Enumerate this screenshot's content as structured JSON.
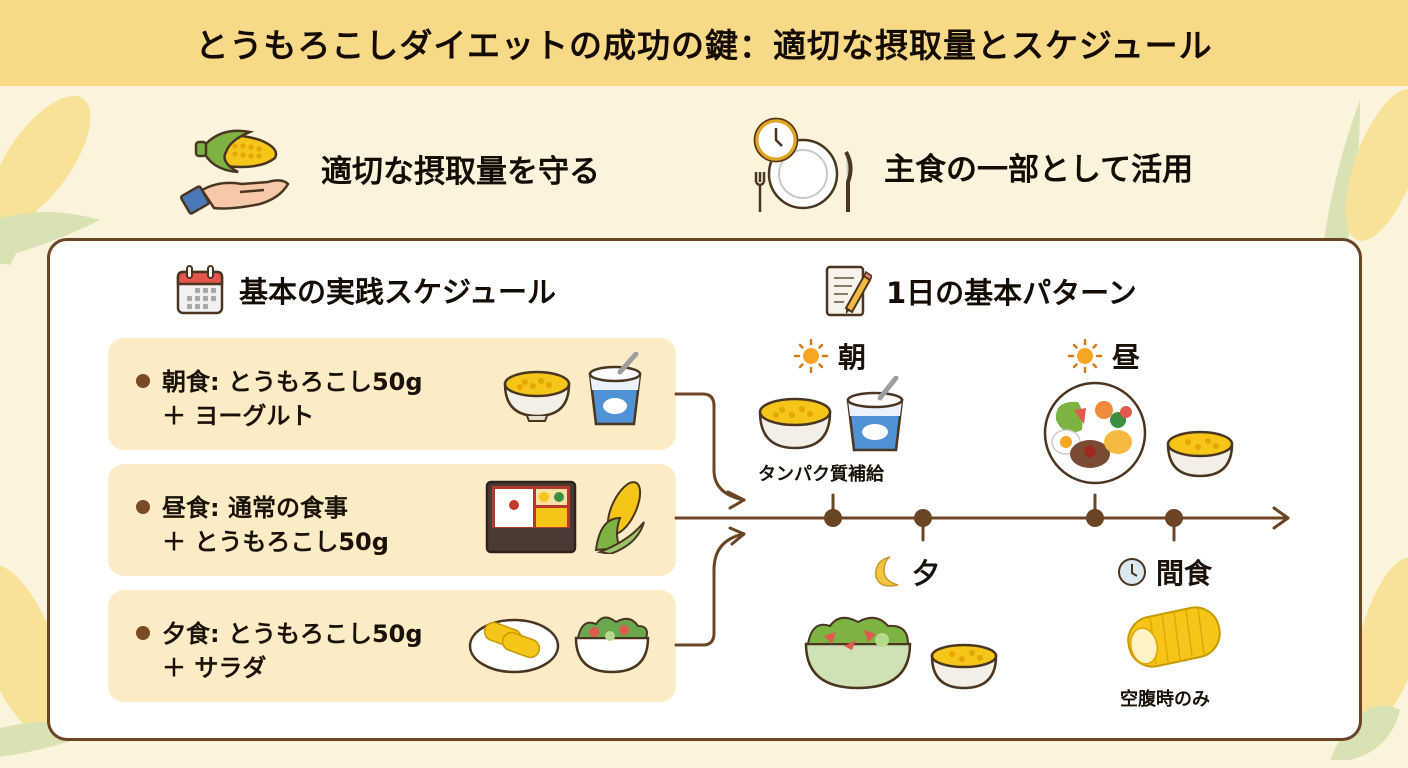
{
  "title": "とうもろこしダイエットの成功の鍵：適切な摂取量とスケジュール",
  "features": [
    {
      "icon": "hand-holding-corn-icon",
      "label": "適切な摂取量を守る"
    },
    {
      "icon": "plate-clock-cutlery-icon",
      "label": "主食の一部として活用"
    }
  ],
  "schedule": {
    "title": "基本の実践スケジュール",
    "icon": "calendar-icon",
    "meals": [
      {
        "line1": "朝食: とうもろこし50g",
        "line2": "＋ ヨーグルト",
        "icons": [
          "corn-bowl-icon",
          "yogurt-cup-icon"
        ]
      },
      {
        "line1": "昼食: 通常の食事",
        "line2": "＋ とうもろこし50g",
        "icons": [
          "bento-box-icon",
          "corn-cob-icon"
        ]
      },
      {
        "line1": "夕食: とうもろこし50g",
        "line2": "＋ サラダ",
        "icons": [
          "corn-plate-icon",
          "salad-bowl-icon"
        ]
      }
    ]
  },
  "pattern": {
    "title": "1日の基本パターン",
    "icon": "notepad-pencil-icon",
    "times": [
      {
        "label": "朝",
        "icon": "sun-icon",
        "caption": "タンパク質補給"
      },
      {
        "label": "昼",
        "icon": "sun-icon",
        "caption": ""
      },
      {
        "label": "夕",
        "icon": "moon-icon",
        "caption": ""
      },
      {
        "label": "間食",
        "icon": "clock-icon",
        "caption": "空腹時のみ"
      }
    ]
  },
  "colors": {
    "title_bar": "#f7d987",
    "background": "#fbf3dc",
    "card": "#fbecc6",
    "accent_brown": "#6b4423",
    "corn_yellow": "#f5c518"
  }
}
